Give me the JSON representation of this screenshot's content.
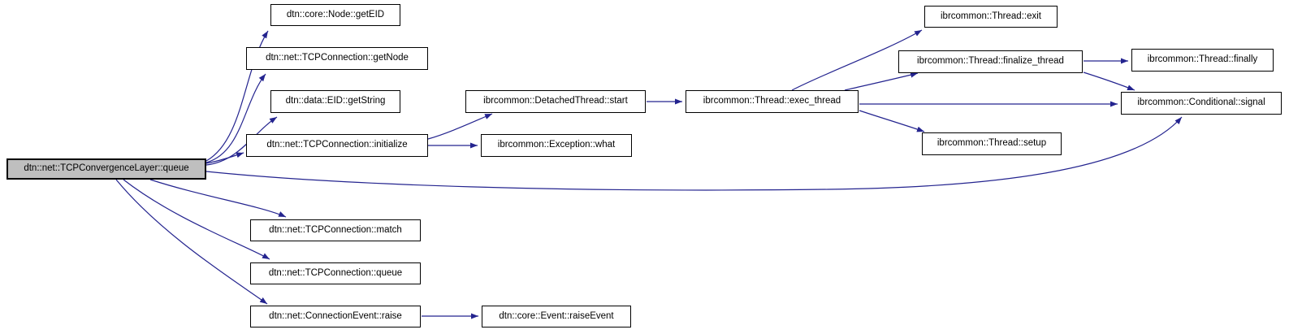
{
  "diagram": {
    "type": "call-graph",
    "tool_style": "doxygen",
    "root": "dtn::net::TCPConvergenceLayer::queue",
    "colors": {
      "background": "#ffffff",
      "edge": "#24248f",
      "node_border": "#000000",
      "node_fill": "#ffffff",
      "root_fill": "#bfbfbf",
      "text": "#000000"
    },
    "nodes": [
      {
        "id": "queue",
        "label": "dtn::net::TCPConvergenceLayer::queue",
        "highlighted": true
      },
      {
        "id": "getEID",
        "label": "dtn::core::Node::getEID"
      },
      {
        "id": "getNode",
        "label": "dtn::net::TCPConnection::getNode"
      },
      {
        "id": "getString",
        "label": "dtn::data::EID::getString"
      },
      {
        "id": "initialize",
        "label": "dtn::net::TCPConnection::initialize"
      },
      {
        "id": "start",
        "label": "ibrcommon::DetachedThread::start"
      },
      {
        "id": "what",
        "label": "ibrcommon::Exception::what"
      },
      {
        "id": "exec_thread",
        "label": "ibrcommon::Thread::exec_thread"
      },
      {
        "id": "exit",
        "label": "ibrcommon::Thread::exit"
      },
      {
        "id": "finalize_thread",
        "label": "ibrcommon::Thread::finalize_thread"
      },
      {
        "id": "finally",
        "label": "ibrcommon::Thread::finally"
      },
      {
        "id": "signal",
        "label": "ibrcommon::Conditional::signal"
      },
      {
        "id": "setup",
        "label": "ibrcommon::Thread::setup"
      },
      {
        "id": "match",
        "label": "dtn::net::TCPConnection::match"
      },
      {
        "id": "tcpqueue",
        "label": "dtn::net::TCPConnection::queue"
      },
      {
        "id": "raise",
        "label": "dtn::net::ConnectionEvent::raise"
      },
      {
        "id": "raiseEvent",
        "label": "dtn::core::Event::raiseEvent"
      }
    ],
    "edges": [
      {
        "from": "queue",
        "to": "getEID"
      },
      {
        "from": "queue",
        "to": "getNode"
      },
      {
        "from": "queue",
        "to": "getString"
      },
      {
        "from": "queue",
        "to": "initialize"
      },
      {
        "from": "queue",
        "to": "signal"
      },
      {
        "from": "queue",
        "to": "match"
      },
      {
        "from": "queue",
        "to": "tcpqueue"
      },
      {
        "from": "queue",
        "to": "raise"
      },
      {
        "from": "initialize",
        "to": "start"
      },
      {
        "from": "initialize",
        "to": "what"
      },
      {
        "from": "start",
        "to": "exec_thread"
      },
      {
        "from": "exec_thread",
        "to": "exit"
      },
      {
        "from": "exec_thread",
        "to": "finalize_thread"
      },
      {
        "from": "exec_thread",
        "to": "signal"
      },
      {
        "from": "exec_thread",
        "to": "setup"
      },
      {
        "from": "finalize_thread",
        "to": "finally"
      },
      {
        "from": "finalize_thread",
        "to": "signal"
      },
      {
        "from": "raise",
        "to": "raiseEvent"
      }
    ]
  }
}
